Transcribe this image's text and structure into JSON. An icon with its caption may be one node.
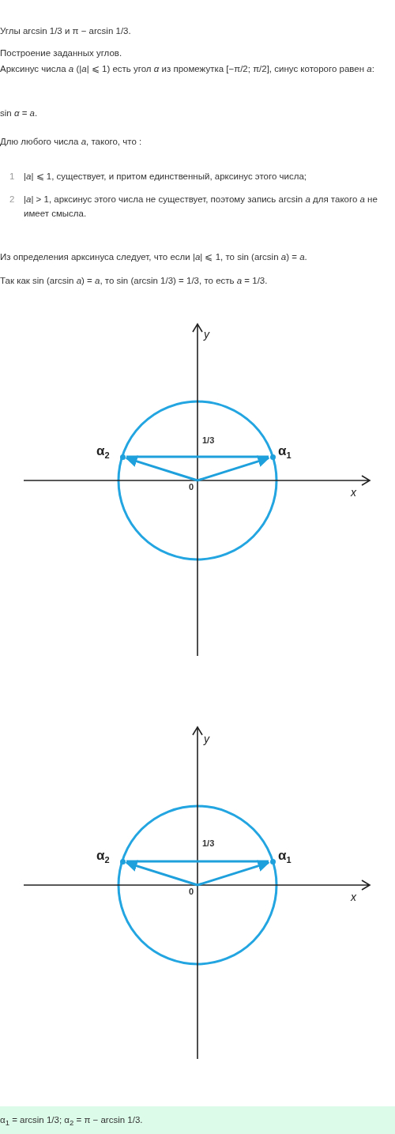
{
  "diagram": {
    "nodes": [
      {
        "text": [
          "α$_{2}$"
        ]
      },
      {
        "text": [
          "α$_{1}$"
        ]
      },
      {
        "text": [
          "0"
        ]
      },
      {
        "text": [
          "α$_{2}$"
        ]
      },
      {
        "text": [
          "α$_{1}$"
        ]
      },
      {
        "text": [
          "0"
        ]
      }
    ],
    "edges": [
      {
        "from": 2,
        "to": 1,
        "arrow": "to"
      },
      {
        "from": 2,
        "to": 0,
        "arrow": "to"
      },
      {
        "from": 0,
        "to": 1,
        "arrow": "none"
      },
      {
        "from": 5,
        "to": 4,
        "arrow": "to"
      },
      {
        "from": 5,
        "to": 3,
        "arrow": "to"
      },
      {
        "from": 3,
        "to": 4,
        "arrow": "none"
      }
    ],
    "labels": [
      "Углы arcsin 1/3 и π − arcsin 1/3.",
      "Построение заданных углов.",
      "Арксинус числа *a* (|*a*| ⩽ 1) есть угол *α* из промежутка [−π/2; π/2], синус которого равен *a*:",
      "sin *α* = *a*.",
      "Длю любого числа *a*, такого, что :",
      "1",
      "|*a*| ⩽ 1, существует, и притом единственный, арксинус этого числа;",
      "2",
      "|*a*| > 1, арксинус этого числа не существует, поэтому запись arcsin *a* для такого *a* не имеет смысла.",
      "Из определения арксинуса следует, что если |*a*| ⩽ 1, то sin (arcsin *a*) = *a*.",
      "Так как sin (arcsin *a*) = *a*, то sin (arcsin 1/3) = 1/3, то есть *a* = 1/3.",
      "y",
      "1/3",
      "x",
      "y",
      "1/3",
      "x",
      "α$_{1}$ = arcsin 1/3; α$_{2}$ = π − arcsin 1/3."
    ]
  }
}
